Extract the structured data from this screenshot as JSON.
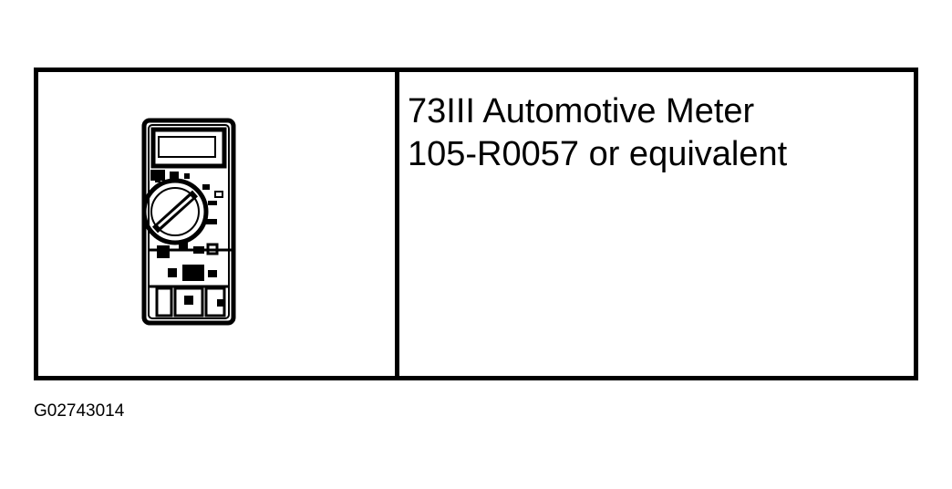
{
  "table": {
    "tool_name": "73III Automotive Meter",
    "tool_part": "105-R0057 or equivalent"
  },
  "figure_id": "G02743014",
  "illustration": {
    "icon": "multimeter-icon"
  }
}
